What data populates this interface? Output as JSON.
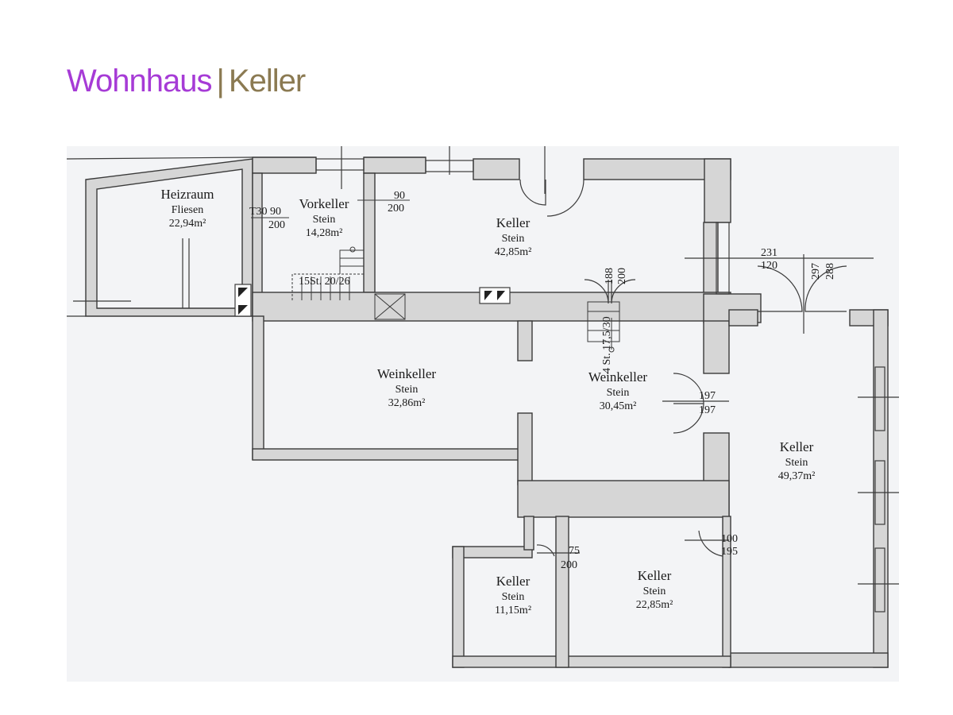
{
  "title": {
    "part1": "Wohnhaus",
    "separator": "|",
    "part2": "Keller"
  },
  "rooms": {
    "heizraum": {
      "name": "Heizraum",
      "material": "Fliesen",
      "area": "22,94m²"
    },
    "vorkeller": {
      "name": "Vorkeller",
      "material": "Stein",
      "area": "14,28m²"
    },
    "keller_1": {
      "name": "Keller",
      "material": "Stein",
      "area": "42,85m²"
    },
    "weinkeller_1": {
      "name": "Weinkeller",
      "material": "Stein",
      "area": "32,86m²"
    },
    "weinkeller_2": {
      "name": "Weinkeller",
      "material": "Stein",
      "area": "30,45m²"
    },
    "keller_2": {
      "name": "Keller",
      "material": "Stein",
      "area": "49,37m²"
    },
    "keller_3": {
      "name": "Keller",
      "material": "Stein",
      "area": "11,15m²"
    },
    "keller_4": {
      "name": "Keller",
      "material": "Stein",
      "area": "22,85m²"
    }
  },
  "dimensions": {
    "t30": "T30 90",
    "d200a": "200",
    "d90": "90",
    "d200b": "200",
    "stairs_vor": "15St. 20/26",
    "d188": "188",
    "d200c": "200",
    "stairs_wein": "4 St. 17,5/30",
    "d231": "231",
    "d120": "120",
    "d297": "297",
    "d288": "288",
    "d197a": "197",
    "d197b": "197",
    "d100": "100",
    "d195": "195",
    "d75": "75",
    "d200d": "200"
  }
}
